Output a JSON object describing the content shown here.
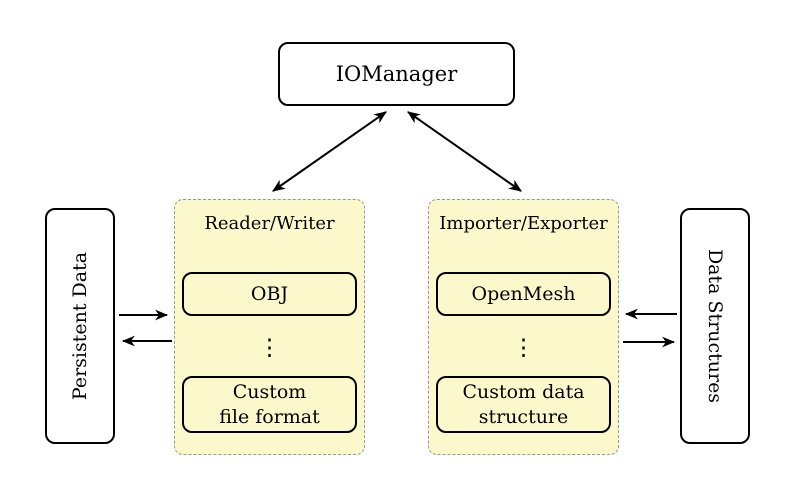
{
  "diagram": {
    "io_manager": {
      "label": "IOManager"
    },
    "reader_writer": {
      "title": "Reader/Writer",
      "items": [
        {
          "label": "OBJ"
        },
        {
          "lines": [
            "Custom",
            "file format"
          ]
        }
      ],
      "ellipsis": "⋮"
    },
    "importer_exporter": {
      "title": "Importer/Exporter",
      "items": [
        {
          "label": "OpenMesh"
        },
        {
          "lines": [
            "Custom data",
            "structure"
          ]
        }
      ],
      "ellipsis": "⋮"
    },
    "persistent_data": {
      "label": "Persistent Data"
    },
    "data_structures": {
      "label": "Data Structures"
    },
    "colors": {
      "background": "#FFFFFF",
      "panel_fill": "#FBF9CC",
      "panel_border": "#979797",
      "box_border": "#000000",
      "arrow": "#000000"
    }
  }
}
